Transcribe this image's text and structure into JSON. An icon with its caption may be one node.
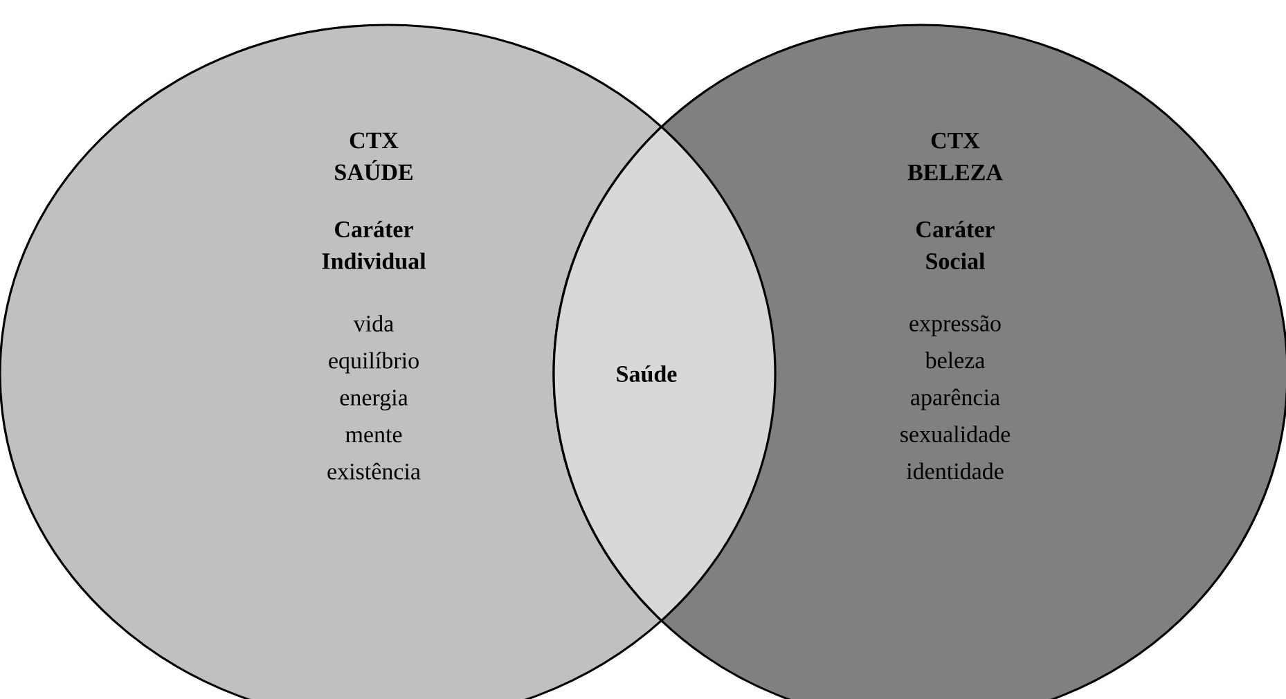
{
  "diagram": {
    "nodes": [
      {
        "text": [
          "CTX SAÚDE",
          "Caráter Individual",
          "vida equilíbrio energia mente existência"
        ]
      },
      {
        "text": [
          "CTX BELEZA",
          "Caráter Social",
          "expressão beleza aparência sexualidade identidade"
        ]
      },
      {
        "text": [
          "Saúde"
        ]
      }
    ]
  }
}
